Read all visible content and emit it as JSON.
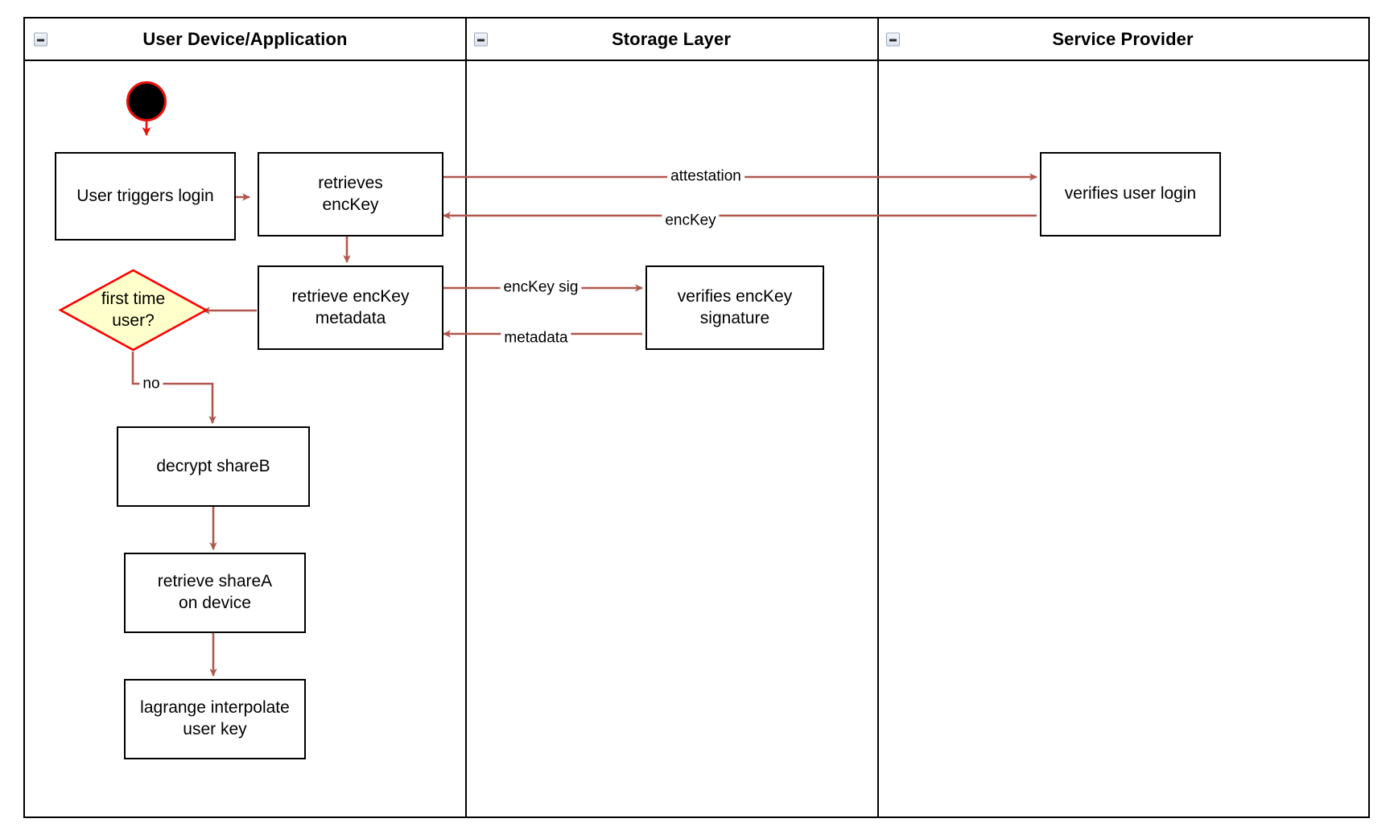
{
  "diagram": {
    "type": "swimlane-activity-diagram",
    "colors": {
      "lane_border": "#000000",
      "node_border": "#000000",
      "node_fill": "#ffffff",
      "connector": "#b0584f",
      "start_ring": "#e8130d",
      "start_fill": "#000000",
      "decision_fill": "#ffffcc",
      "decision_border": "#ff0000",
      "text": "#000000"
    }
  },
  "lanes": [
    {
      "title": "User Device/Application",
      "icon": "collapse-minus-icon"
    },
    {
      "title": "Storage Layer",
      "icon": "collapse-minus-icon"
    },
    {
      "title": "Service Provider",
      "icon": "collapse-minus-icon"
    }
  ],
  "nodes": {
    "start": {
      "name": "start-node",
      "label": ""
    },
    "user_triggers_login": {
      "label": "User triggers login",
      "lane": "User Device/Application"
    },
    "retrieves_enckey": {
      "label": "retrieves\nencKey",
      "lane": "User Device/Application"
    },
    "retrieve_enckey_metadata": {
      "label": "retrieve encKey\nmetadata",
      "lane": "User Device/Application"
    },
    "first_time_user": {
      "label": "first time\nuser?",
      "lane": "User Device/Application",
      "shape": "decision"
    },
    "decrypt_shareb": {
      "label": "decrypt shareB",
      "lane": "User Device/Application"
    },
    "retrieve_sharea_on_device": {
      "label": "retrieve shareA\non device",
      "lane": "User Device/Application"
    },
    "lagrange_interpolate_user_key": {
      "label": "lagrange interpolate\nuser key",
      "lane": "User Device/Application"
    },
    "verifies_enckey_signature": {
      "label": "verifies encKey\nsignature",
      "lane": "Storage Layer"
    },
    "verifies_user_login": {
      "label": "verifies user login",
      "lane": "Service Provider"
    }
  },
  "edge_labels": {
    "attestation": "attestation",
    "enckey": "encKey",
    "enckey_sig": "encKey sig",
    "metadata": "metadata",
    "no": "no"
  }
}
